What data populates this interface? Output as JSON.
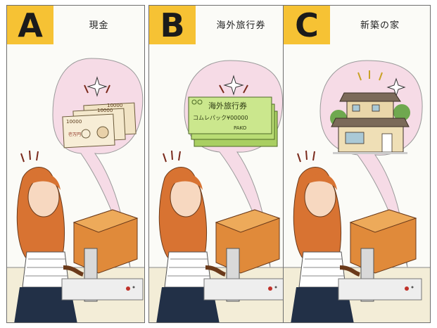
{
  "panels": [
    {
      "letter": "A",
      "caption": "現金",
      "item": "cash",
      "banknote_texts": [
        "10000",
        "10000",
        "10000",
        "壱万円"
      ]
    },
    {
      "letter": "B",
      "caption": "海外旅行券",
      "item": "travel-voucher",
      "voucher_texts": [
        "海外旅行券",
        "コムレパック¥00000",
        "PAKO"
      ]
    },
    {
      "letter": "C",
      "caption": "新築の家",
      "item": "new-house"
    }
  ],
  "colors": {
    "tag_yellow": "#f6c234",
    "bubble_pink": "#f6dbe6",
    "hair_orange": "#d87332",
    "lottery_drum": "#e08a3a",
    "voucher_green": "#b9dc74"
  }
}
